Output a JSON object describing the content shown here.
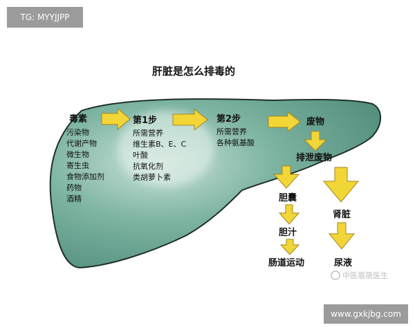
{
  "badges": {
    "top_left": "TG: MYYJJPP",
    "bottom_right": "www.gxkjbg.com"
  },
  "diagram": {
    "title": "肝脏是怎么排毒的",
    "toxins": {
      "heading": "毒素",
      "items": [
        "污染物",
        "代谢产物",
        "微生物",
        "寄生虫",
        "食物添加剂",
        "药物",
        "酒精"
      ]
    },
    "step1": {
      "heading": "第1步",
      "items": [
        "所需营养",
        "维生素B、E、C",
        "叶酸",
        "抗氧化剂",
        "类胡萝卜素"
      ]
    },
    "step2": {
      "heading": "第2步",
      "items": [
        "所需营养",
        "各种氨基酸"
      ]
    },
    "waste": "废物",
    "excrete": "排泄废物",
    "gallbladder": "胆囊",
    "bile": "胆汁",
    "bowel": "肠道运动",
    "kidney": "肾脏",
    "urine": "尿液",
    "watermark": "中医眉蓿医生",
    "colors": {
      "liver_fill": "#5f9a8a",
      "liver_stroke": "#1f2f2a",
      "arrow_fill": "#f2d637",
      "arrow_stroke": "#a3851f",
      "text": "#111111"
    }
  }
}
